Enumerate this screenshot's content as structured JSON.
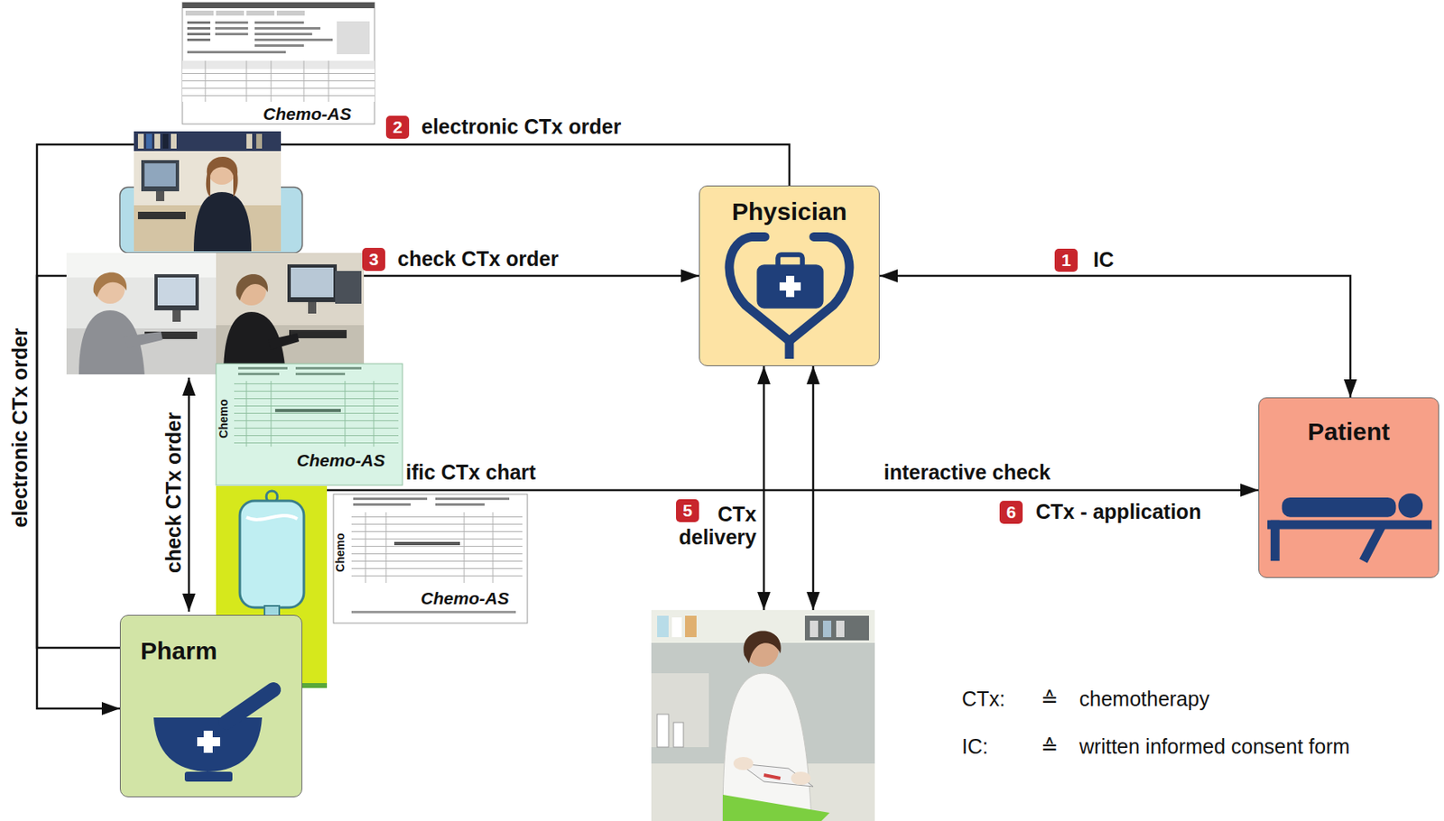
{
  "diagram": {
    "nodes": [
      {
        "text": [
          "Physician"
        ]
      },
      {
        "text": [
          "Patient"
        ]
      },
      {
        "text": [
          "Pharm"
        ]
      }
    ],
    "edges": [
      {
        "from": 0,
        "to": 1,
        "label": "IC",
        "arrow": "both"
      },
      {
        "from": 0,
        "to": 2,
        "label": "electronic CTx order",
        "arrow": "to"
      },
      {
        "from": 2,
        "to": 0,
        "label": "check CTx order",
        "arrow": "to"
      },
      {
        "from": 2,
        "to": 1,
        "label": "interactive check",
        "arrow": "to"
      }
    ],
    "labels": [
      "Chemo-AS",
      "2",
      "electronic CTx order",
      "3",
      "check CTx order",
      "Chemo",
      "Chemo-AS",
      "ific CTx chart",
      "Chemo",
      "Chemo-AS",
      "5",
      "CTx delivery",
      "1",
      "6",
      "CTx - application",
      "CTx:",
      "≙",
      "chemotherapy",
      "IC:",
      "≙",
      "written informed consent form"
    ]
  }
}
